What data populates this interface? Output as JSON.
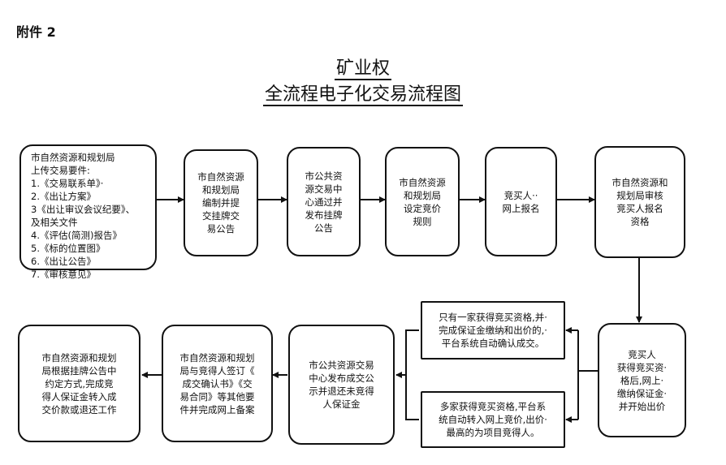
{
  "attachment": "附件 2",
  "title": {
    "line1": "矿业权",
    "line2": "全流程电子化交易流程图"
  },
  "row1": [
    {
      "lines": [
        "市自然资源和规划局",
        "上传交易要件:",
        "1.《交易联系单》·",
        "2.《出让方案》",
        "3《出让审议会议纪要》、",
        "及相关文件",
        "4.《评估(简测)报告》",
        "5.《标的位置图》",
        "6.《出让公告》",
        "7.《审核意见》"
      ]
    },
    {
      "lines": [
        "市自然资源",
        "和规划局",
        "编制并提",
        "交挂牌交",
        "易公告"
      ]
    },
    {
      "lines": [
        "市公共资",
        "源交易中",
        "心通过并",
        "发布挂牌",
        "公告"
      ]
    },
    {
      "lines": [
        "市自然资源",
        "和规划局",
        "设定竞价",
        "规则"
      ]
    },
    {
      "lines": [
        "竞买人··",
        "网上报名"
      ]
    },
    {
      "lines": [
        "市自然资源和",
        "规划局审核",
        "竞买人报名",
        "资格"
      ]
    }
  ],
  "row2": {
    "bidder": {
      "lines": [
        "竞买人",
        "获得竞买资·",
        "格后,网上·",
        "缴纳保证金·",
        "并开始出价"
      ]
    },
    "single": {
      "lines": [
        "只有一家获得竞买资格,并·",
        "完成保证金缴纳和出价的,·",
        "平台系统自动确认成交。"
      ]
    },
    "multi": {
      "lines": [
        "多家获得竞买资格,平台系",
        "统自动转入网上竞价,出价·",
        "最高的为项目竞得人。"
      ]
    },
    "center": {
      "lines": [
        "市公共资源交易",
        "中心发布成交公",
        "示并退还未竞得",
        "人保证金"
      ]
    },
    "contract": {
      "lines": [
        "市自然资源和规划",
        "局与竞得人签订《",
        "成交确认书》《交",
        "易合同》等其他要",
        "件并完成网上备案"
      ]
    },
    "final": {
      "lines": [
        "市自然资源和规划",
        "局根据挂牌公告中",
        "约定方式,完成竞",
        "得人保证金转入成",
        "交价款或退还工作"
      ]
    }
  }
}
